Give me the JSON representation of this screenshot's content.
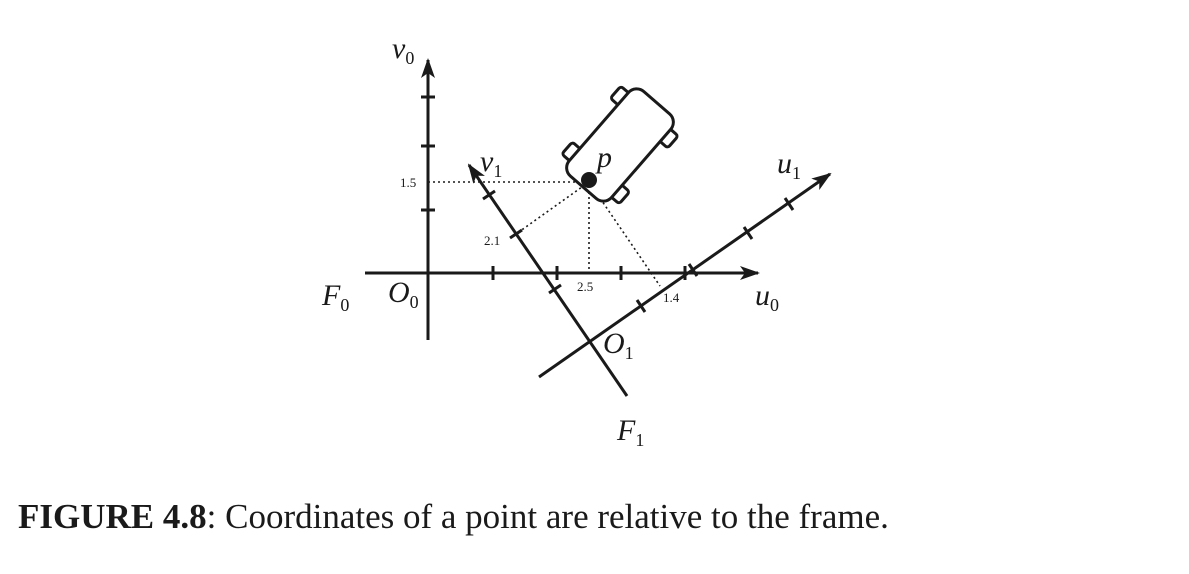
{
  "figure": {
    "frame0": {
      "name": "F",
      "sub": "0",
      "origin": "O",
      "origin_sub": "0",
      "u_axis": "u",
      "u_sub": "0",
      "v_axis": "v",
      "v_sub": "0"
    },
    "frame1": {
      "name": "F",
      "sub": "1",
      "origin": "O",
      "origin_sub": "1",
      "u_axis": "u",
      "u_sub": "1",
      "v_axis": "v",
      "v_sub": "1"
    },
    "point_label": "p",
    "tick_labels": {
      "v0": "1.5",
      "u0": "2.5",
      "v1": "2.1",
      "u1": "1.4"
    }
  },
  "caption": {
    "label": "FIGURE 4.8",
    "text": ": Coordinates of a point are relative to the frame."
  }
}
